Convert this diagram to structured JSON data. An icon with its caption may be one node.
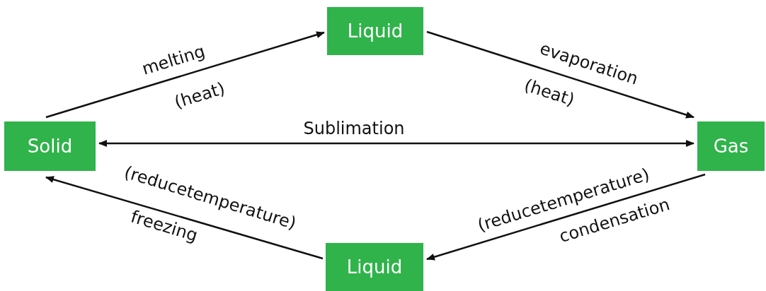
{
  "diagram": {
    "nodes": [
      {
        "text": [
          "Liquid"
        ]
      },
      {
        "text": [
          "Solid"
        ]
      },
      {
        "text": [
          "Gas"
        ]
      },
      {
        "text": [
          "Liquid"
        ]
      }
    ],
    "edges": [
      {
        "from": 1,
        "to": 0,
        "arrow": "to",
        "label": "melting"
      },
      {
        "from": 0,
        "to": 2,
        "arrow": "to",
        "label": "evaporation"
      },
      {
        "from": 1,
        "to": 2,
        "arrow": "both",
        "label": "Sublimation"
      },
      {
        "from": 2,
        "to": 3,
        "arrow": "to",
        "label": "condensation"
      },
      {
        "from": 3,
        "to": 1,
        "arrow": "to",
        "label": "freezing"
      }
    ],
    "labels": [
      "(heat)",
      "(heat)",
      "(reducetemperature)",
      "(reducetemperature)"
    ]
  }
}
